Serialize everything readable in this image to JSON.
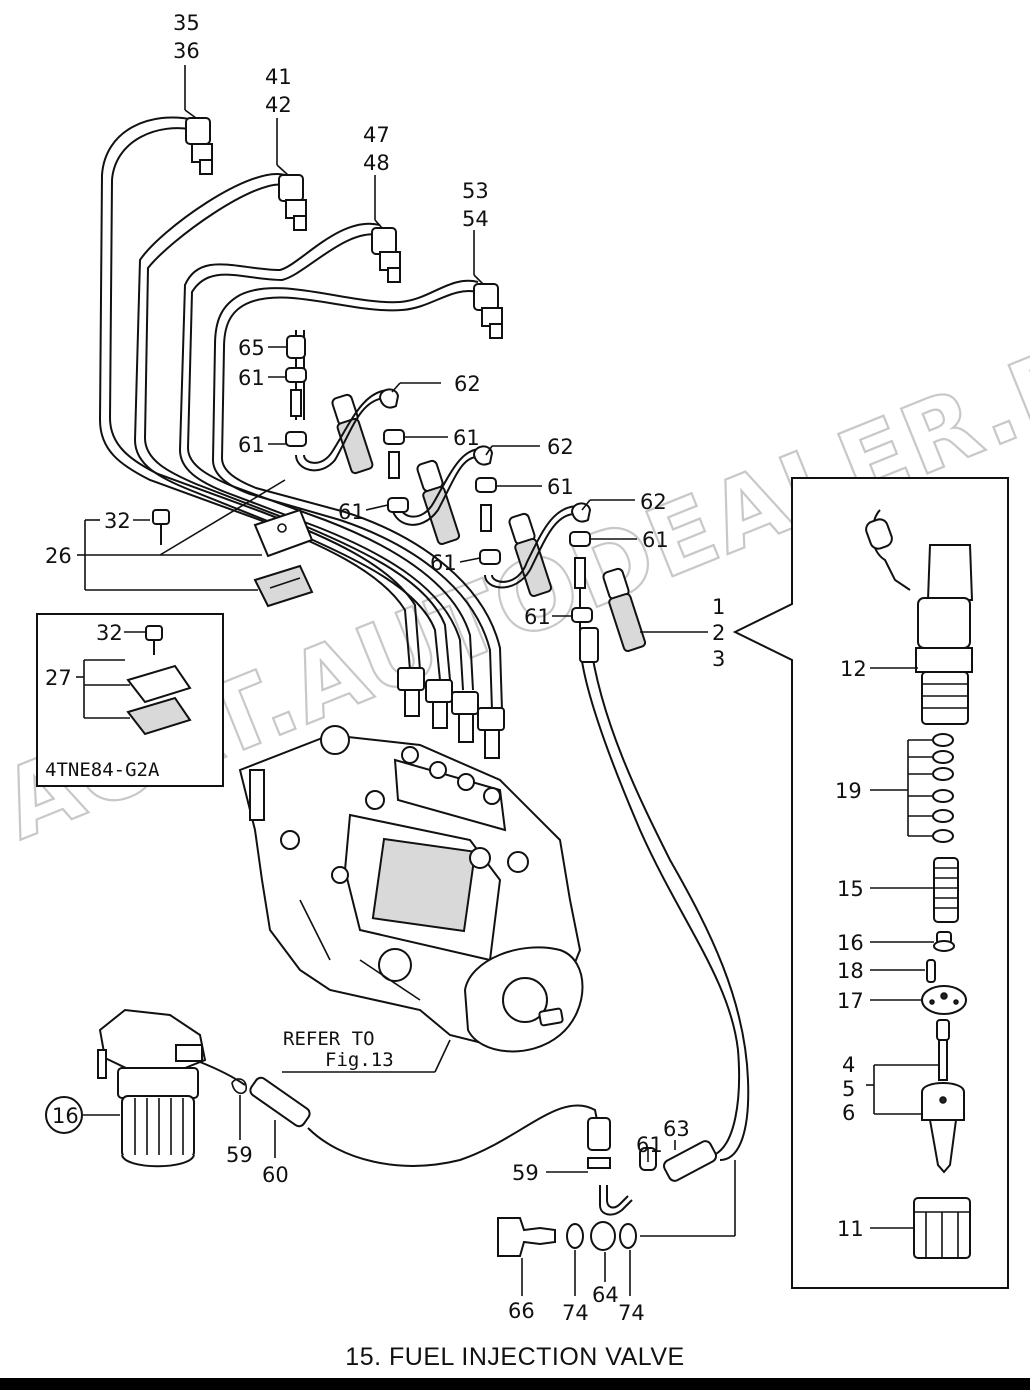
{
  "caption": "15.  FUEL INJECTION VALVE",
  "watermark": "ACAT.AUTODEALER.RU",
  "inset_model": "4TNE84-G2A",
  "refer_note": {
    "line1": "REFER TO",
    "line2": "Fig.13"
  },
  "labels": {
    "p35": "35",
    "p36": "36",
    "p41": "41",
    "p42": "42",
    "p47": "47",
    "p48": "48",
    "p53": "53",
    "p54": "54",
    "p65": "65",
    "p61a": "61",
    "p62a": "62",
    "p61b": "61",
    "p61c": "61",
    "p62b": "62",
    "p61d": "61",
    "p61e": "61",
    "p62c": "62",
    "p61f": "61",
    "p61g": "61",
    "p61h": "61",
    "p1": "1",
    "p2": "2",
    "p3": "3",
    "p32a": "32",
    "p26": "26",
    "p32b": "32",
    "p27": "27",
    "p12": "12",
    "p19": "19",
    "p15": "15",
    "p16": "16",
    "p18": "18",
    "p17": "17",
    "p4": "4",
    "p5": "5",
    "p6": "6",
    "p11": "11",
    "p16c": "16",
    "p59a": "59",
    "p60": "60",
    "p59b": "59",
    "p61i": "61",
    "p63": "63",
    "p66": "66",
    "p74a": "74",
    "p64": "64",
    "p74b": "74"
  },
  "colors": {
    "line": "#111111",
    "watermark": "#c8c8c8",
    "bar": "#000000"
  }
}
